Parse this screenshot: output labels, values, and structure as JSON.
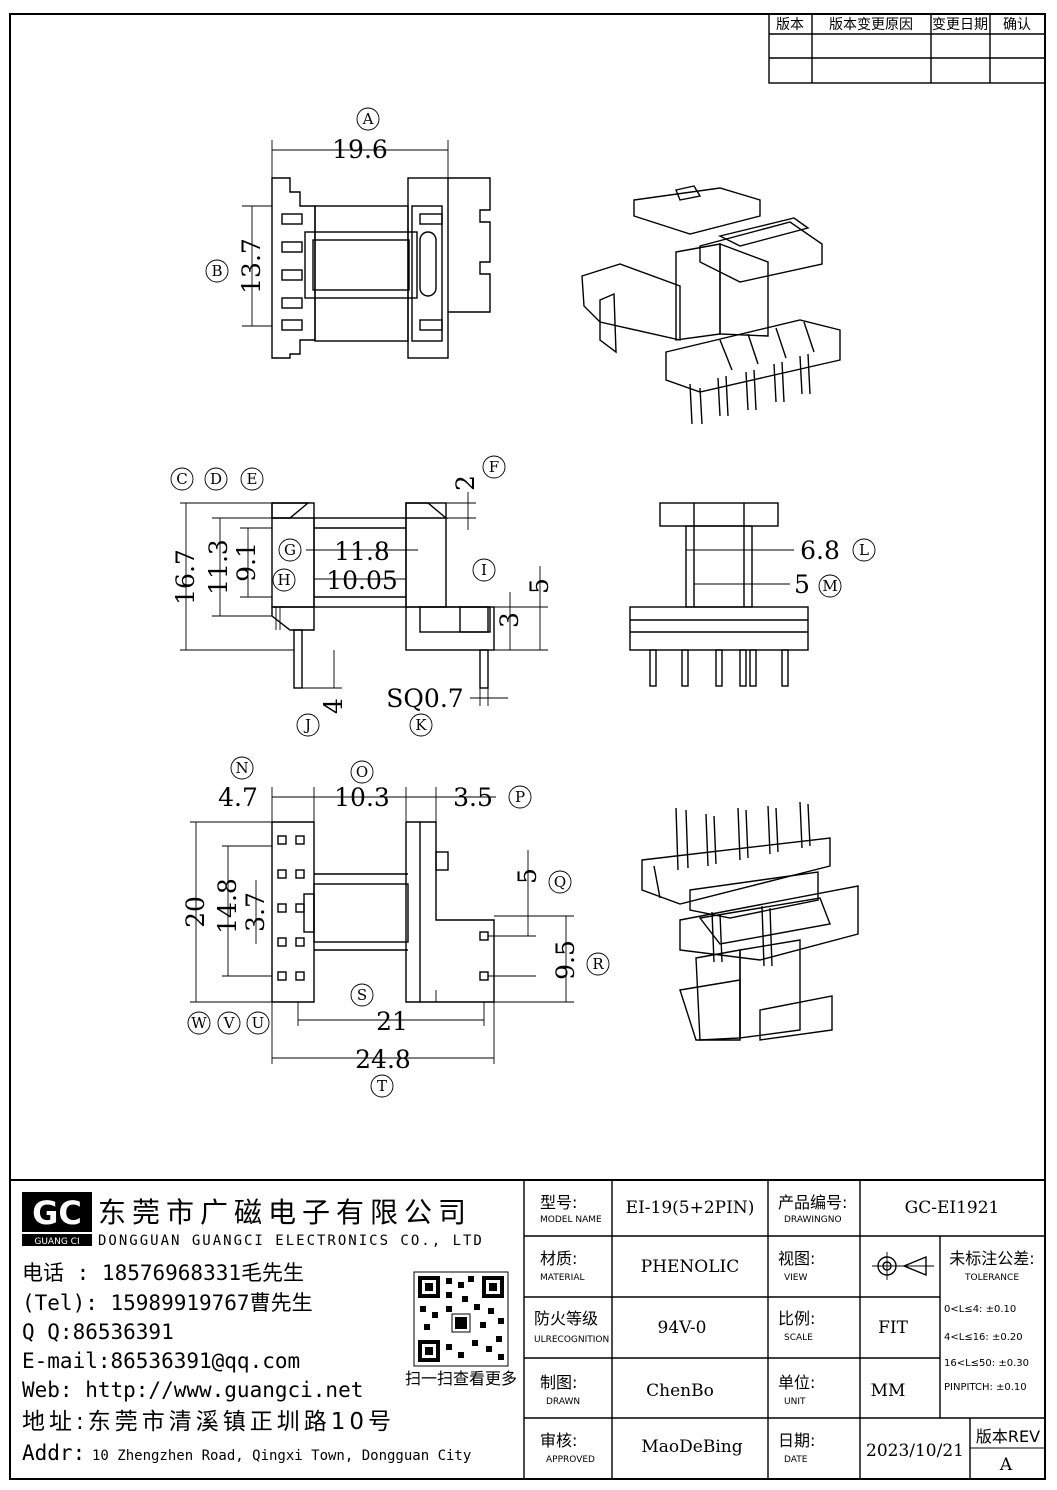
{
  "revision_table": {
    "headers": [
      "版本",
      "版本变更原因",
      "变更日期",
      "确认"
    ]
  },
  "dimensions": {
    "a": "19.6",
    "b": "13.7",
    "c": "16.7",
    "d": "11.3",
    "e": "9.1",
    "f": "2",
    "g": "11.8",
    "h": "10.05",
    "i": "5",
    "i2": "3",
    "j": "4",
    "k": "SQ0.7",
    "l": "6.8",
    "m": "5",
    "n": "4.7",
    "o": "10.3",
    "p": "3.5",
    "q": "5",
    "r": "9.5",
    "s": "21",
    "t": "24.8",
    "u": "3.7",
    "v": "14.8",
    "w": "20"
  },
  "callouts": [
    "A",
    "B",
    "C",
    "D",
    "E",
    "F",
    "G",
    "H",
    "I",
    "J",
    "K",
    "L",
    "M",
    "N",
    "O",
    "P",
    "Q",
    "R",
    "S",
    "T",
    "U",
    "V",
    "W"
  ],
  "company": {
    "logo_text": "GC",
    "logo_sub": "GUANG CI",
    "name_cn": "东莞市广磁电子有限公司",
    "name_en": "DONGGUAN GUANGCI ELECTRONICS CO., LTD",
    "phone1": "电话 : 18576968331毛先生",
    "phone2": "(Tel): 15989919767曹先生",
    "qq": "Q Q:86536391",
    "email": "E-mail:86536391@qq.com",
    "web": "Web: http://www.guangci.net",
    "address_cn": "地址:东莞市清溪镇正圳路10号",
    "address_en_prefix": "Addr:",
    "address_en": "10 Zhengzhen Road, Qingxi Town, Dongguan City",
    "qr_caption": "扫一扫查看更多"
  },
  "title_block": {
    "model_label_cn": "型号:",
    "model_label_en": "MODEL NAME",
    "model_value": "EI-19(5+2PIN)",
    "drawing_label_cn": "产品编号:",
    "drawing_label_en": "DRAWINGNO",
    "drawing_value": "GC-EI1921",
    "material_label_cn": "材质:",
    "material_label_en": "MATERIAL",
    "material_value": "PHENOLIC",
    "view_label_cn": "视图:",
    "view_label_en": "VIEW",
    "tolerance_label_cn": "未标注公差:",
    "tolerance_label_en": "TOLERANCE",
    "fire_label_cn": "防火等级",
    "fire_label_en": "ULRECOGNITION",
    "fire_value": "94V-0",
    "scale_label_cn": "比例:",
    "scale_label_en": "SCALE",
    "scale_value": "FIT",
    "tol1": "0<L≤4: ±0.10",
    "tol2": "4<L≤16: ±0.20",
    "tol3": "16<L≤50: ±0.30",
    "tol4": "PINPITCH: ±0.10",
    "drawn_label_cn": "制图:",
    "drawn_label_en": "DRAWN",
    "drawn_value": "ChenBo",
    "unit_label_cn": "单位:",
    "unit_label_en": "UNIT",
    "unit_value": "MM",
    "approved_label_cn": "审核:",
    "approved_label_en": "APPROVED",
    "approved_value": "MaoDeBing",
    "date_label_cn": "日期:",
    "date_label_en": "DATE",
    "date_value": "2023/10/21",
    "rev_label": "版本REV",
    "rev_value": "A"
  }
}
